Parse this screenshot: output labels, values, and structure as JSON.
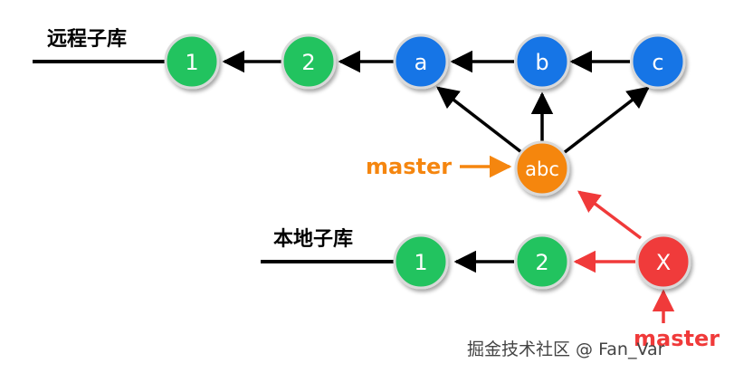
{
  "remote_label": "远程子库",
  "local_label": "本地子库",
  "remote_nodes": {
    "n1": "1",
    "n2": "2",
    "na": "a",
    "nb": "b",
    "nc": "c"
  },
  "merge_node": "abc",
  "local_nodes": {
    "n1": "1",
    "n2": "2",
    "nx": "X"
  },
  "master_label_orange": "master",
  "master_label_red": "master",
  "watermark": "掘金技术社区 @ Fan_Var",
  "colors": {
    "green": "#22c35e",
    "blue": "#1574e6",
    "orange": "#f5860f",
    "red": "#f03a3a",
    "black": "#000000"
  }
}
